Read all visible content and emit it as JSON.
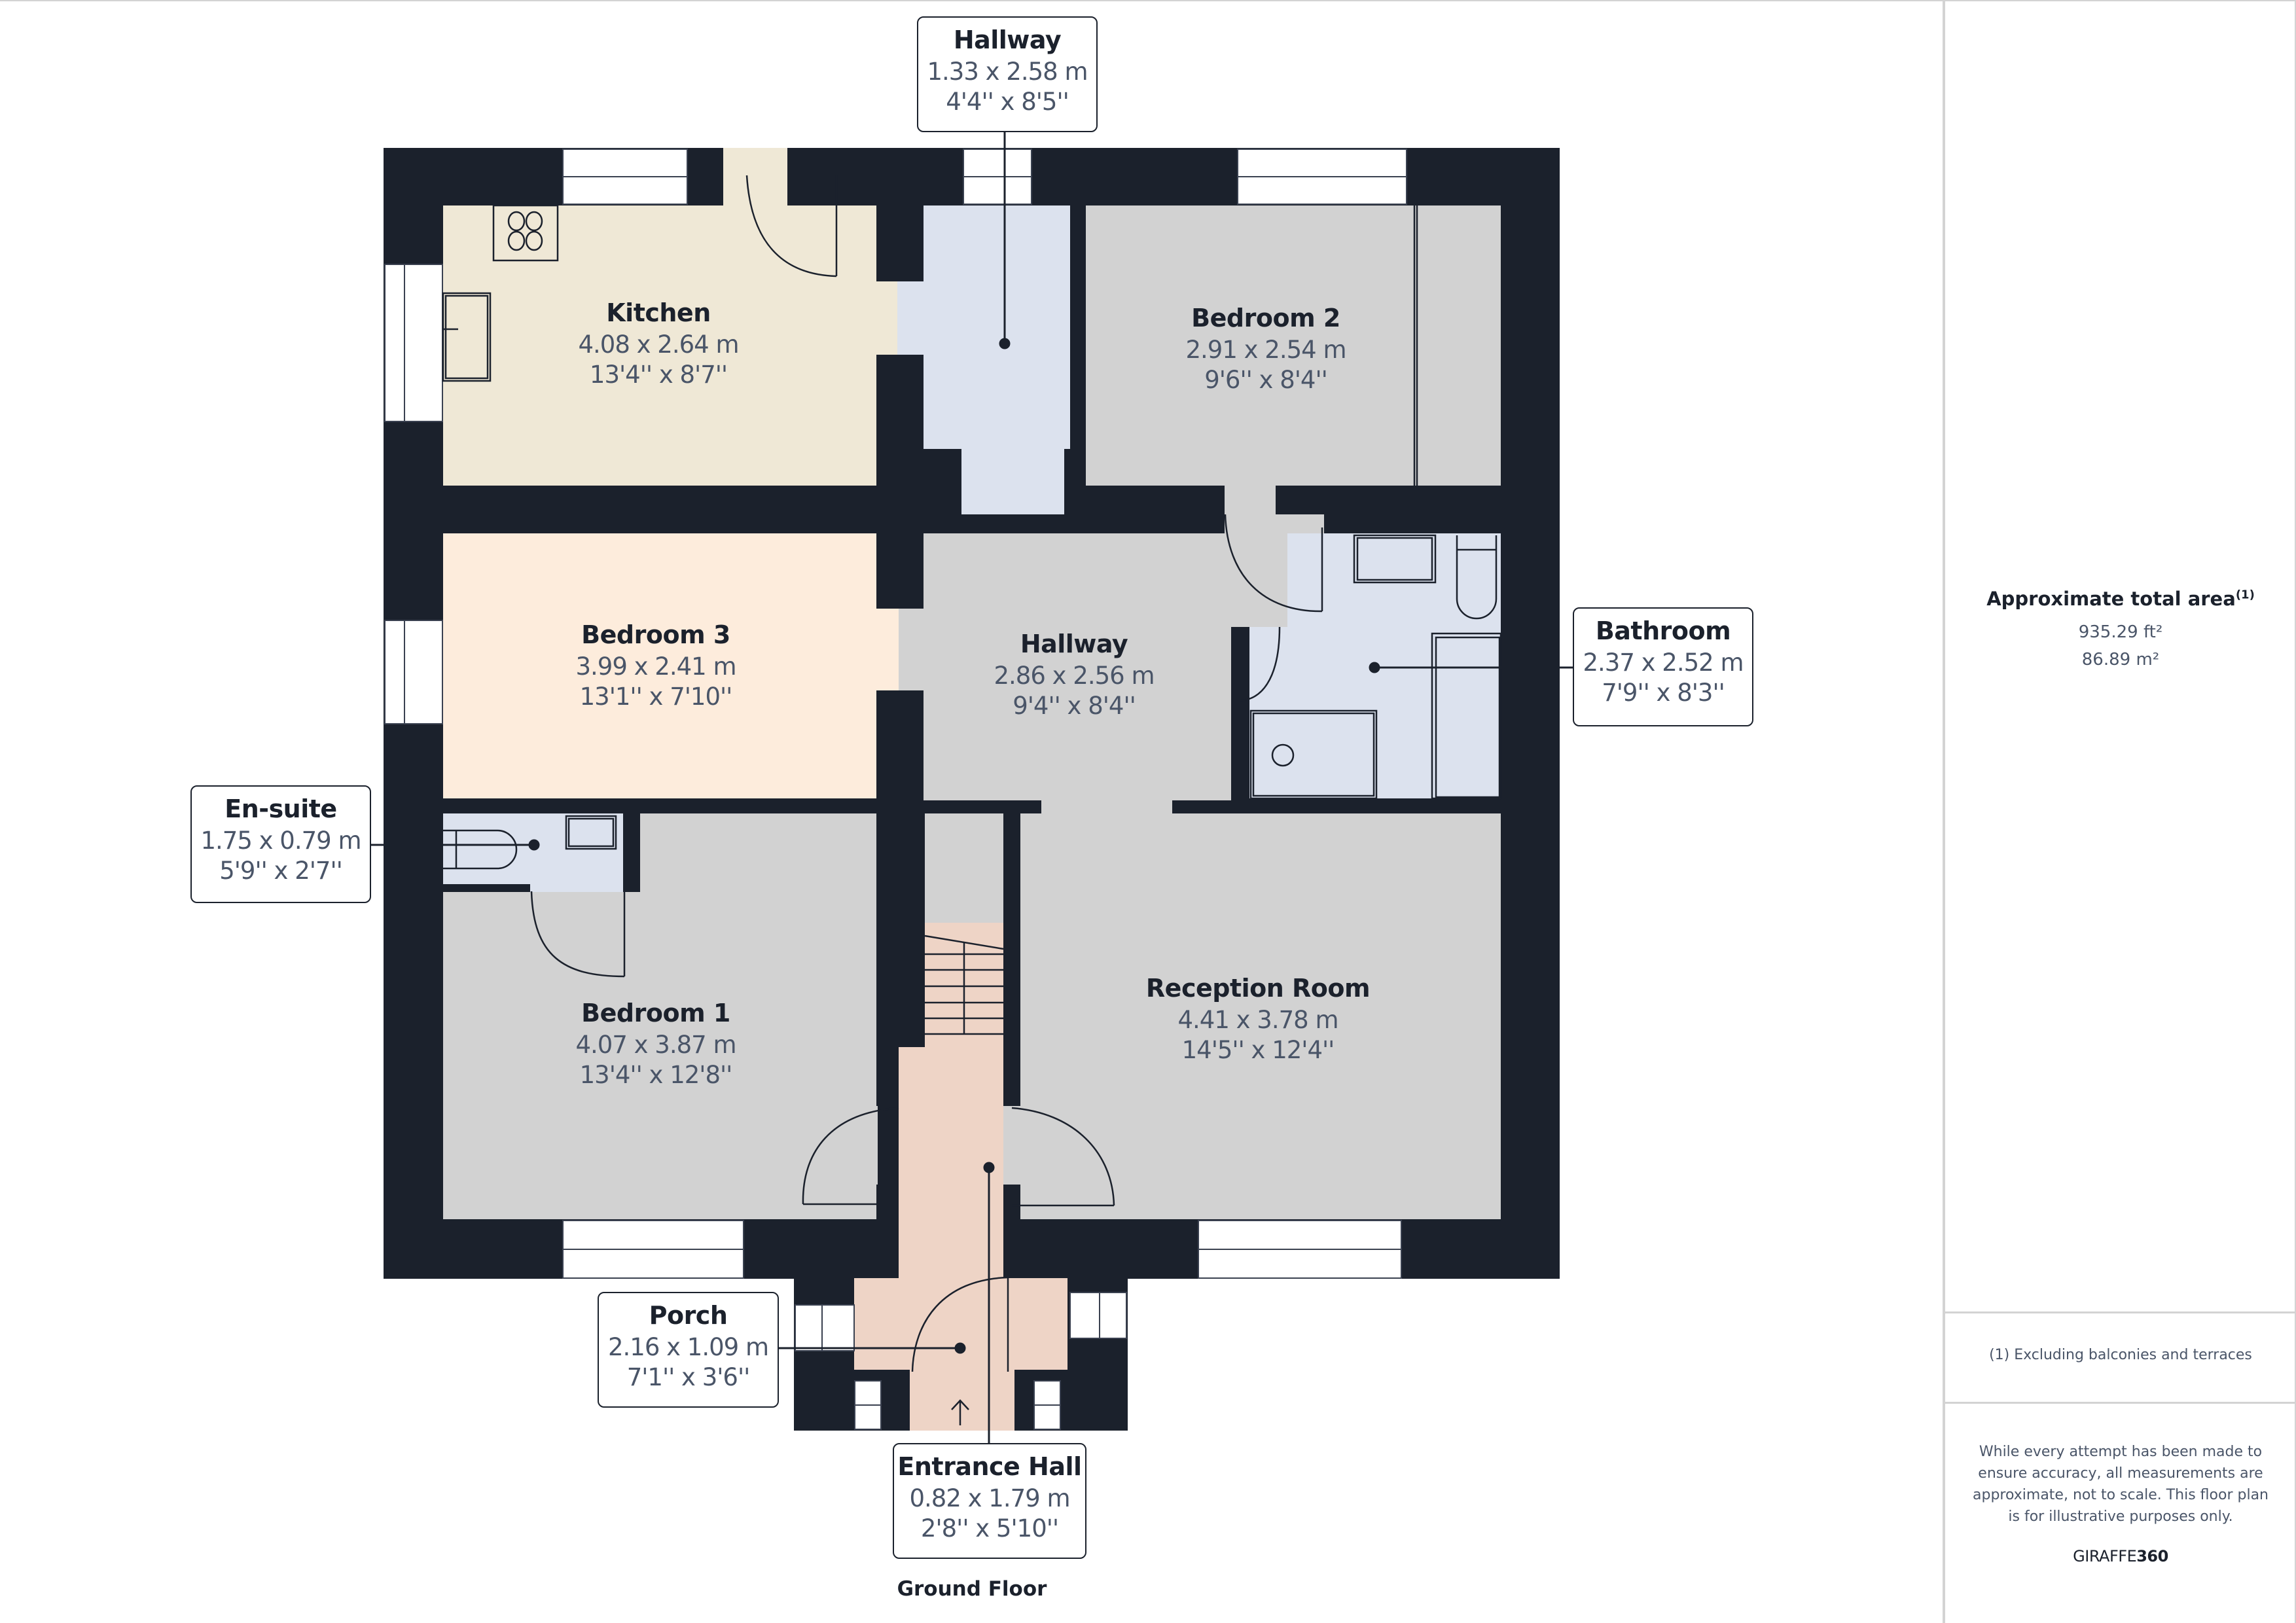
{
  "floor": {
    "name": "Ground Floor"
  },
  "colors": {
    "wall": "#1b212c",
    "kitchen": "#efe8d6",
    "bedroom3": "#fdecdc",
    "hallway_upper": "#dce2ee",
    "grey_room": "#d2d2d2",
    "bathroom": "#dce2ee",
    "entrance": "#eed4c6",
    "window": "#ffffff",
    "panel_border": "#d3d3d3",
    "text_dark": "#1b212c",
    "text_dim": "#4a5568"
  },
  "rooms": [
    {
      "id": "kitchen",
      "name": "Kitchen",
      "metric": "4.08 x 2.64 m",
      "imperial": "13'4'' x 8'7''"
    },
    {
      "id": "bedroom2",
      "name": "Bedroom 2",
      "metric": "2.91 x 2.54 m",
      "imperial": "9'6'' x 8'4''"
    },
    {
      "id": "bedroom3",
      "name": "Bedroom 3",
      "metric": "3.99 x 2.41 m",
      "imperial": "13'1'' x 7'10''"
    },
    {
      "id": "hallway_main",
      "name": "Hallway",
      "metric": "2.86 x 2.56 m",
      "imperial": "9'4'' x 8'4''"
    },
    {
      "id": "bedroom1",
      "name": "Bedroom 1",
      "metric": "4.07 x 3.87 m",
      "imperial": "13'4'' x 12'8''"
    },
    {
      "id": "reception",
      "name": "Reception Room",
      "metric": "4.41 x 3.78 m",
      "imperial": "14'5'' x 12'4''"
    }
  ],
  "callouts": [
    {
      "id": "hallway_upper",
      "name": "Hallway",
      "metric": "1.33 x 2.58 m",
      "imperial": "4'4'' x 8'5''"
    },
    {
      "id": "bathroom",
      "name": "Bathroom",
      "metric": "2.37 x 2.52 m",
      "imperial": "7'9'' x 8'3''"
    },
    {
      "id": "ensuite",
      "name": "En-suite",
      "metric": "1.75 x 0.79 m",
      "imperial": "5'9'' x 2'7''"
    },
    {
      "id": "porch",
      "name": "Porch",
      "metric": "2.16 x 1.09 m",
      "imperial": "7'1'' x 3'6''"
    },
    {
      "id": "entrance_hall",
      "name": "Entrance Hall",
      "metric": "0.82 x 1.79 m",
      "imperial": "2'8'' x 5'10''"
    }
  ],
  "summary": {
    "title": "Approximate total area",
    "title_note": "(1)",
    "area_ft": "935.29 ft²",
    "area_m": "86.89 m²",
    "footnote": "(1) Excluding balconies and terraces",
    "disclaimer": "While every attempt has been made to ensure accuracy, all measurements are approximate, not to scale. This floor plan is for illustrative purposes only.",
    "brand_light": "GIRAFFE",
    "brand_bold": "360"
  }
}
